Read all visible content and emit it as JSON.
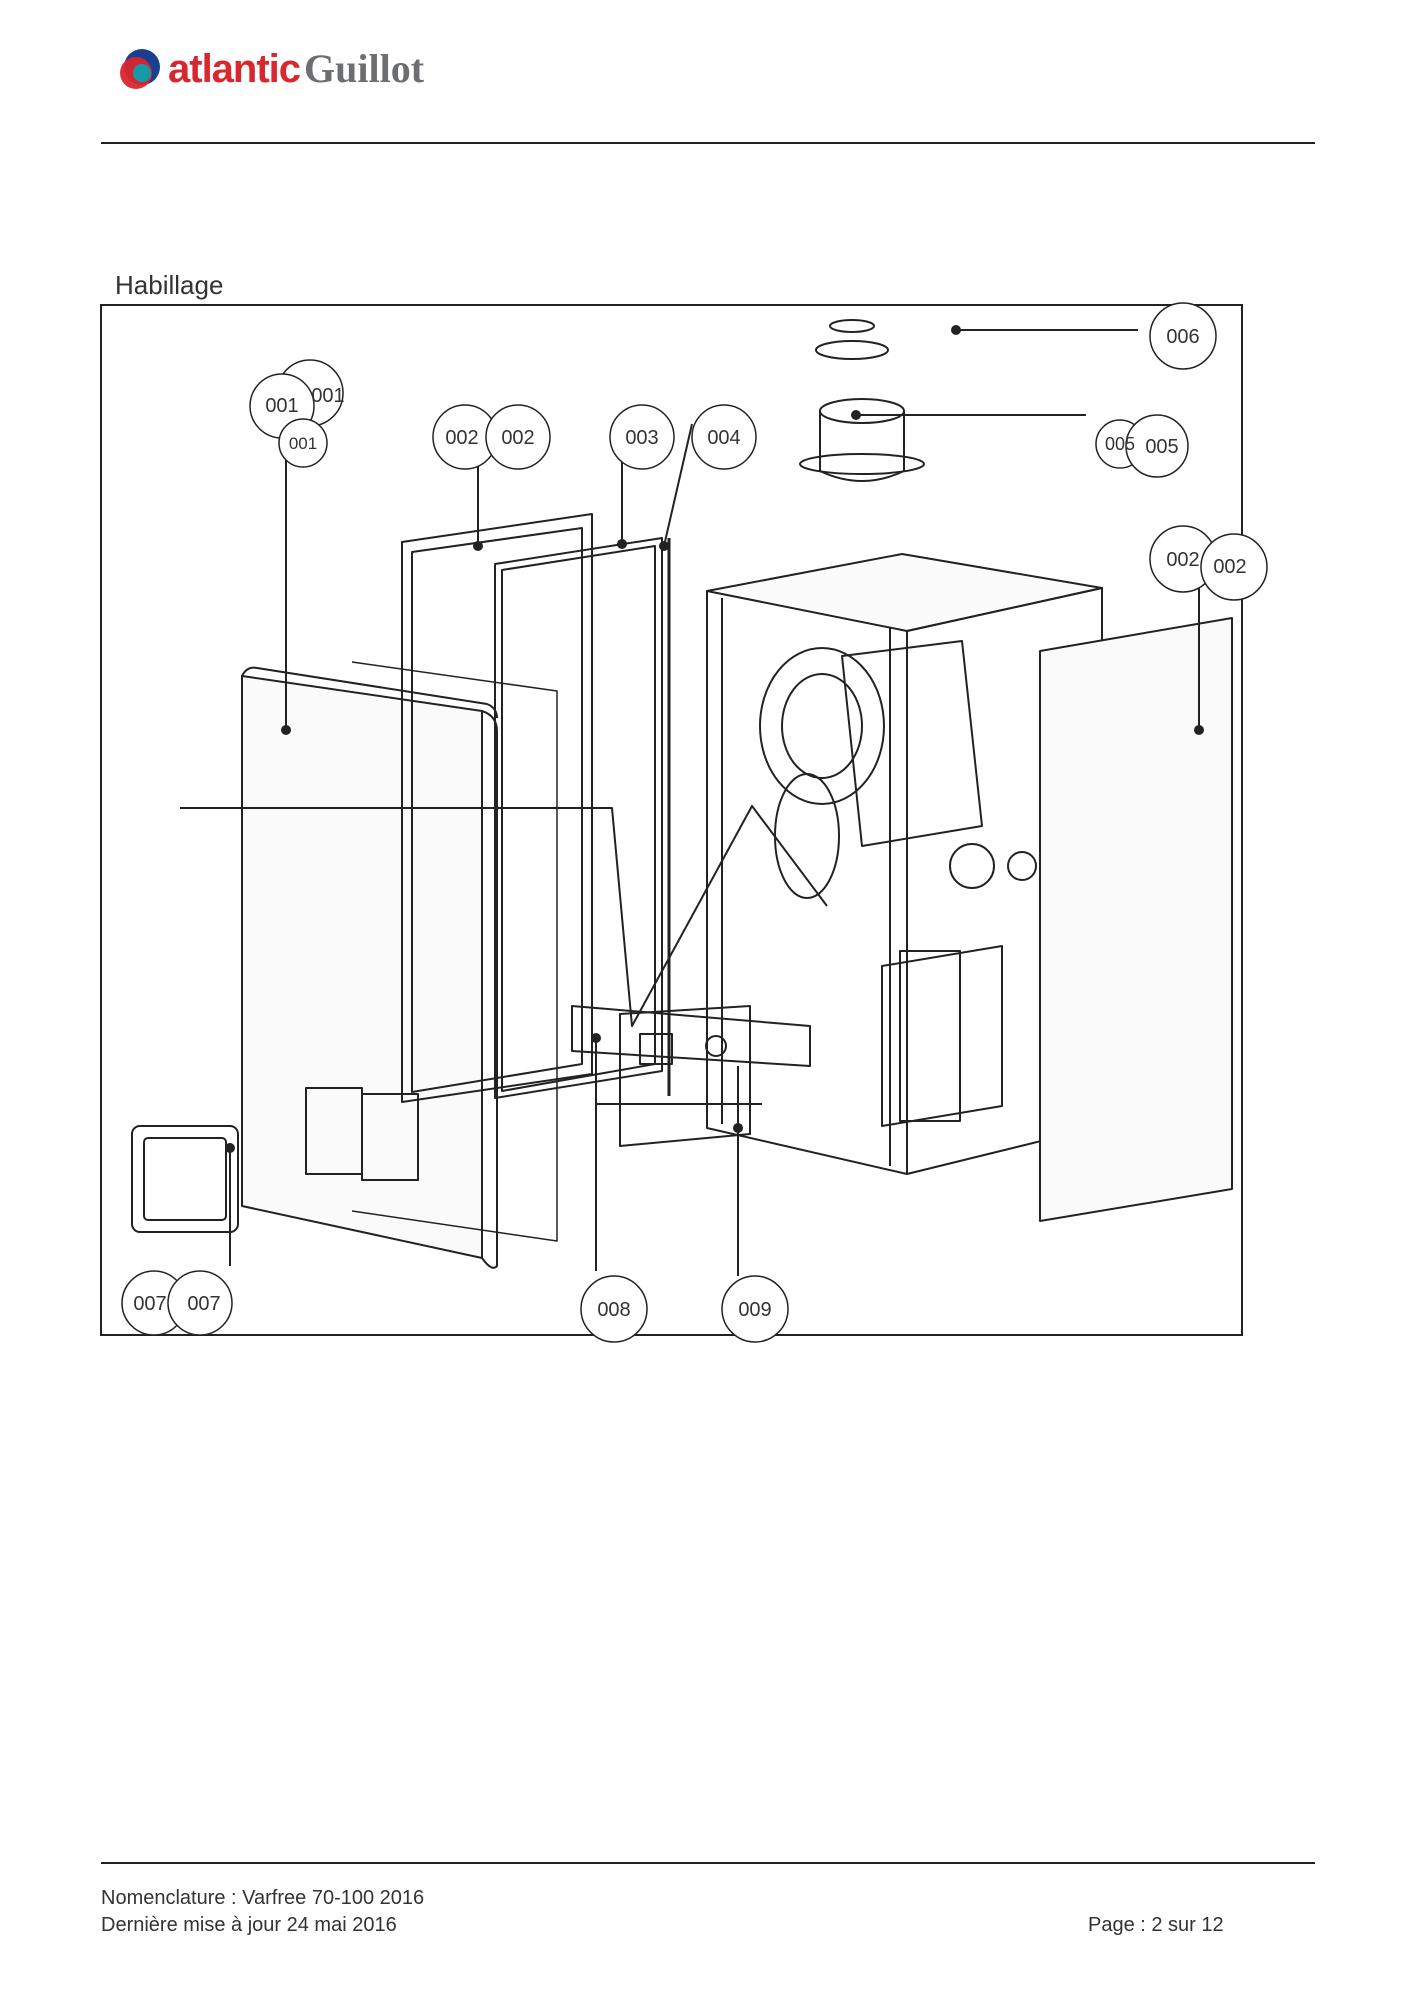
{
  "brand": {
    "part1": "atlantic",
    "part2": "Guillot",
    "colors": {
      "primary": "#d9272e",
      "secondary": "#6d6e71",
      "mark_blue": "#1b3f8f",
      "mark_teal": "#00a6b4"
    }
  },
  "section": {
    "title": "Habillage"
  },
  "callouts": {
    "c001a": "001",
    "c001b": "001",
    "c001c": "001",
    "c002a": "002",
    "c002b": "002",
    "c002c": "002",
    "c002d": "002",
    "c003": "003",
    "c004": "004",
    "c005a": "005",
    "c005b": "005",
    "c006": "006",
    "c007a": "007",
    "c007b": "007",
    "c008": "008",
    "c009": "009"
  },
  "footer": {
    "nomenclature": "Nomenclature : Varfree 70-100 2016",
    "updated": "Dernière mise à jour 24 mai 2016",
    "page": "Page : 2 sur 12"
  }
}
